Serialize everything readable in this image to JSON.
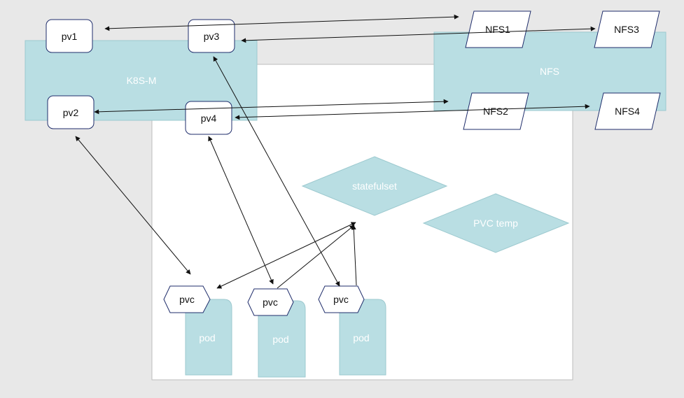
{
  "colors": {
    "background": "#e8e8e8",
    "canvas": "#ffffff",
    "teal": "#b9dee3",
    "node_border": "#1f2d6b",
    "arrow": "#111111"
  },
  "regions": {
    "k8s_m": "K8S-M",
    "nfs": "NFS"
  },
  "pv": {
    "pv1": "pv1",
    "pv2": "pv2",
    "pv3": "pv3",
    "pv4": "pv4"
  },
  "nfs_shares": {
    "nfs1": "NFS1",
    "nfs2": "NFS2",
    "nfs3": "NFS3",
    "nfs4": "NFS4"
  },
  "statefulset": "statefulset",
  "pvc_template": "PVC temp",
  "pods": [
    {
      "pvc": "pvc",
      "pod": "pod"
    },
    {
      "pvc": "pvc",
      "pod": "pod"
    },
    {
      "pvc": "pvc",
      "pod": "pod"
    }
  ]
}
